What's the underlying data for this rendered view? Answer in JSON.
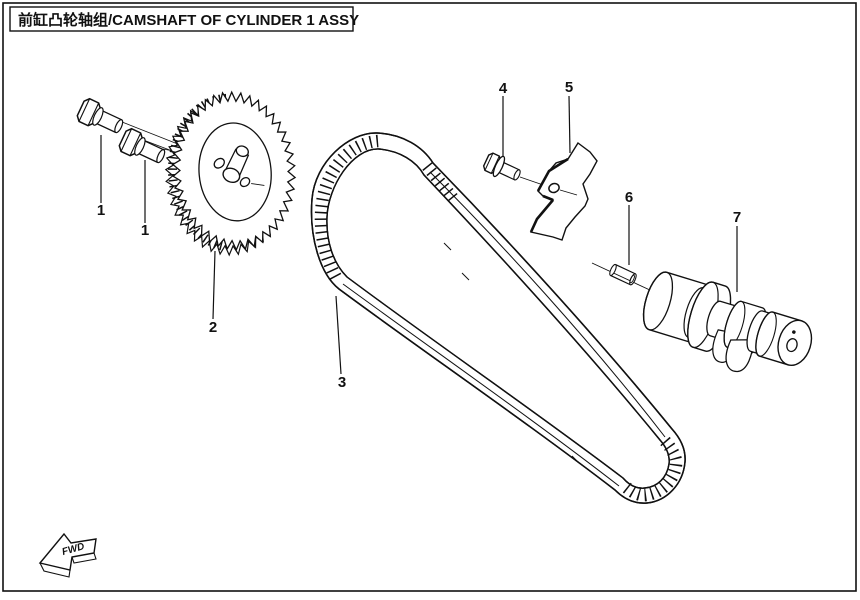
{
  "diagram": {
    "title": "前缸凸轮轴组/CAMSHAFT OF CYLINDER 1 ASSY",
    "fwd_label": "FWD",
    "callouts": [
      {
        "label": "1"
      },
      {
        "label": "1"
      },
      {
        "label": "2"
      },
      {
        "label": "3"
      },
      {
        "label": "4"
      },
      {
        "label": "5"
      },
      {
        "label": "6"
      },
      {
        "label": "7"
      }
    ],
    "colors": {
      "line": "#111111",
      "background": "#ffffff"
    }
  }
}
